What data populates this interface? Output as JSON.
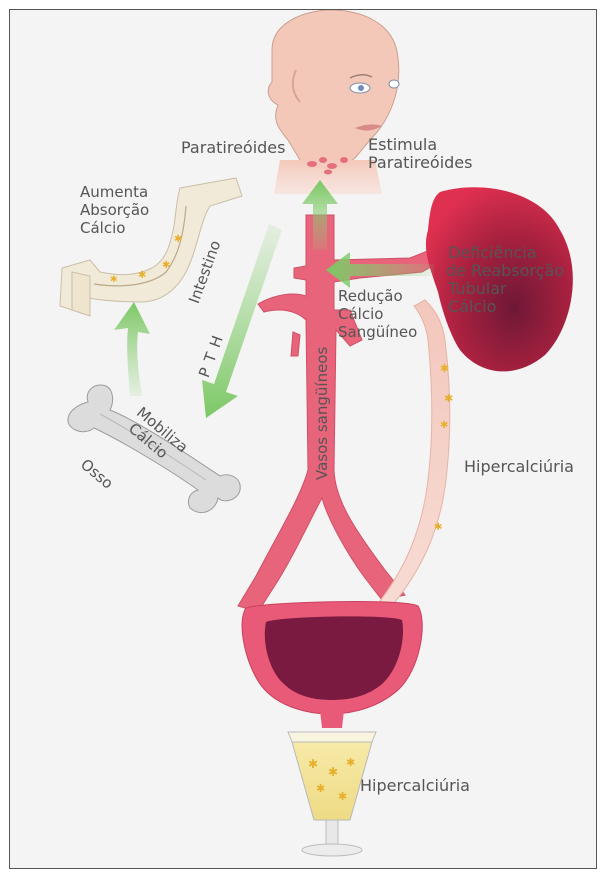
{
  "labels": {
    "paratireoides": "Paratireóides",
    "estimula_1": "Estimula",
    "estimula_2": "Paratireóides",
    "aumenta_1": "Aumenta",
    "aumenta_2": "Absorção",
    "aumenta_3": "Cálcio",
    "intestino": "Intestino",
    "pth": "P T H",
    "deficiencia_1": "Deficiência",
    "deficiencia_2": "de Reabsorção",
    "deficiencia_3": "Tubular",
    "deficiencia_4": "Cálcio",
    "reducao_1": "Redução",
    "reducao_2": "Cálcio",
    "reducao_3": "Sangüíneo",
    "vasos": "Vasos sangüíneos",
    "mobiliza_1": "Mobiliza",
    "mobiliza_2": "Cálcio",
    "osso": "Osso",
    "hipercalciuria_kidney": "Hipercalciúria",
    "hipercalciuria_glass": "Hipercalciúria"
  },
  "colors": {
    "background": "#f4f4f4",
    "vessel": "#e8647a",
    "vessel_dark": "#c94a62",
    "kidney": "#d92a4a",
    "kidney_dark": "#7a1a3a",
    "bladder_wall": "#e85a78",
    "bladder_inner": "#7a1a40",
    "ureter": "#f0c0b8",
    "arrow_green": "#8fd07a",
    "skin": "#f4c8b8",
    "bone": "#dcdcdc",
    "intestine": "#f2ead8",
    "urine": "#f4e7a0",
    "crystal": "#f2c040"
  }
}
